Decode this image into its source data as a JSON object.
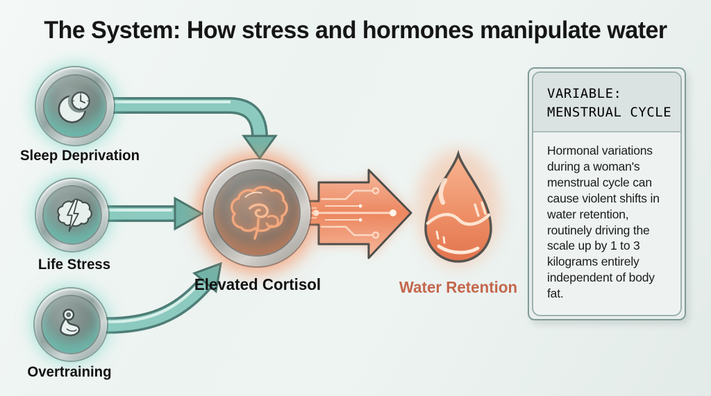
{
  "title": "The System: How stress and hormones manipulate water",
  "colors": {
    "teal_accent": "#7fc3b9",
    "coral_accent": "#ec8a63",
    "water_retention_label": "#c4674d",
    "panel_header_bg": "#dbe3e2",
    "panel_body_bg": "#eef3f1"
  },
  "nodes": {
    "inputs": [
      {
        "label": "Sleep Deprivation",
        "icon": "moon-clock-icon"
      },
      {
        "label": "Life Stress",
        "icon": "brain-lightning-icon"
      },
      {
        "label": "Overtraining",
        "icon": "muscle-arm-icon"
      }
    ],
    "center": {
      "label": "Elevated Cortisol",
      "icon": "brain-cross-section-icon"
    },
    "output": {
      "label": "Water Retention",
      "icon": "water-drop-icon"
    }
  },
  "panel": {
    "header_line1": "VARIABLE:",
    "header_line2": "MENSTRUAL CYCLE",
    "body": "Hormonal variations during a woman's menstrual cycle can cause violent shifts in water retention, routinely driving the scale up by 1 to 3 kilograms entirely independent of body fat."
  }
}
